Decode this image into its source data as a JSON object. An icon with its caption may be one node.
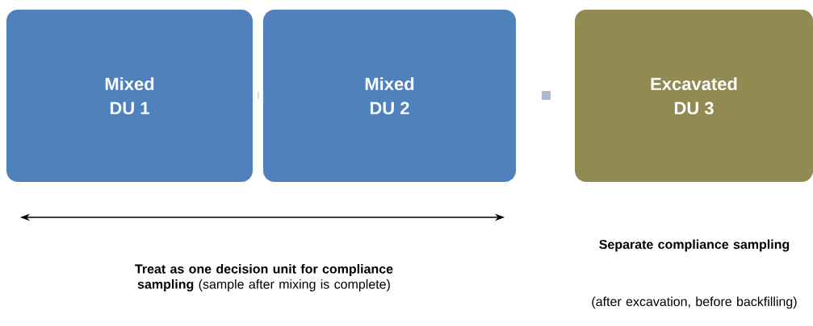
{
  "diagram": {
    "nodes": [
      {
        "text": [
          "Mixed",
          "DU 1"
        ]
      },
      {
        "text": [
          "Mixed",
          "DU 2"
        ]
      },
      {
        "text": [
          "Excavated",
          "DU 3"
        ]
      }
    ],
    "labels": [
      "**Treat as one decision unit for compliance sampling** (sample after mixing is complete)",
      "Separate compliance sampling",
      "(after excavation, before backfilling)"
    ]
  }
}
